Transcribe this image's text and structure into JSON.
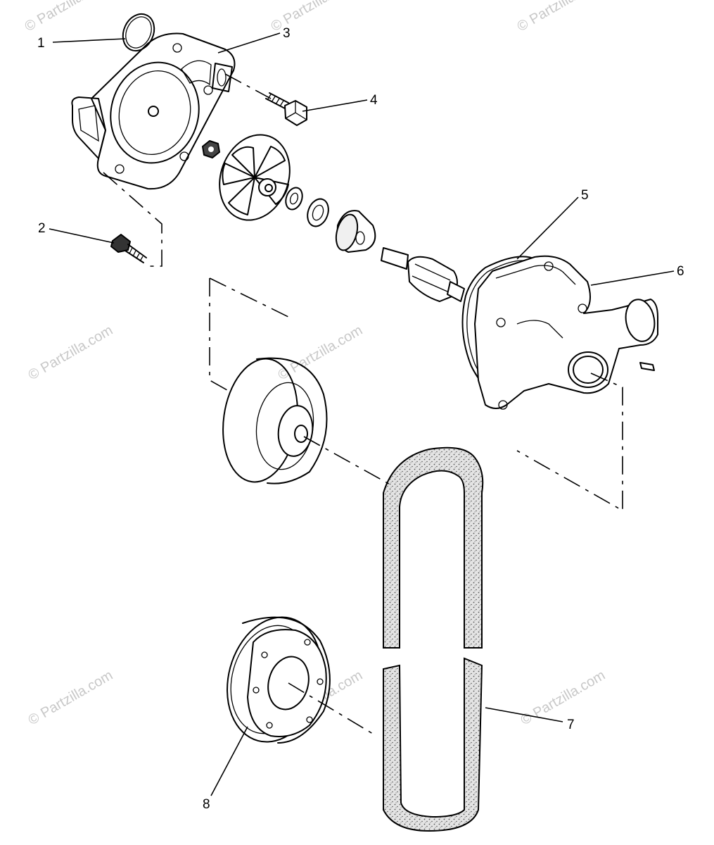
{
  "watermark": "© Partzilla.com",
  "callouts": [
    "1",
    "2",
    "3",
    "4",
    "5",
    "6",
    "7",
    "8"
  ]
}
